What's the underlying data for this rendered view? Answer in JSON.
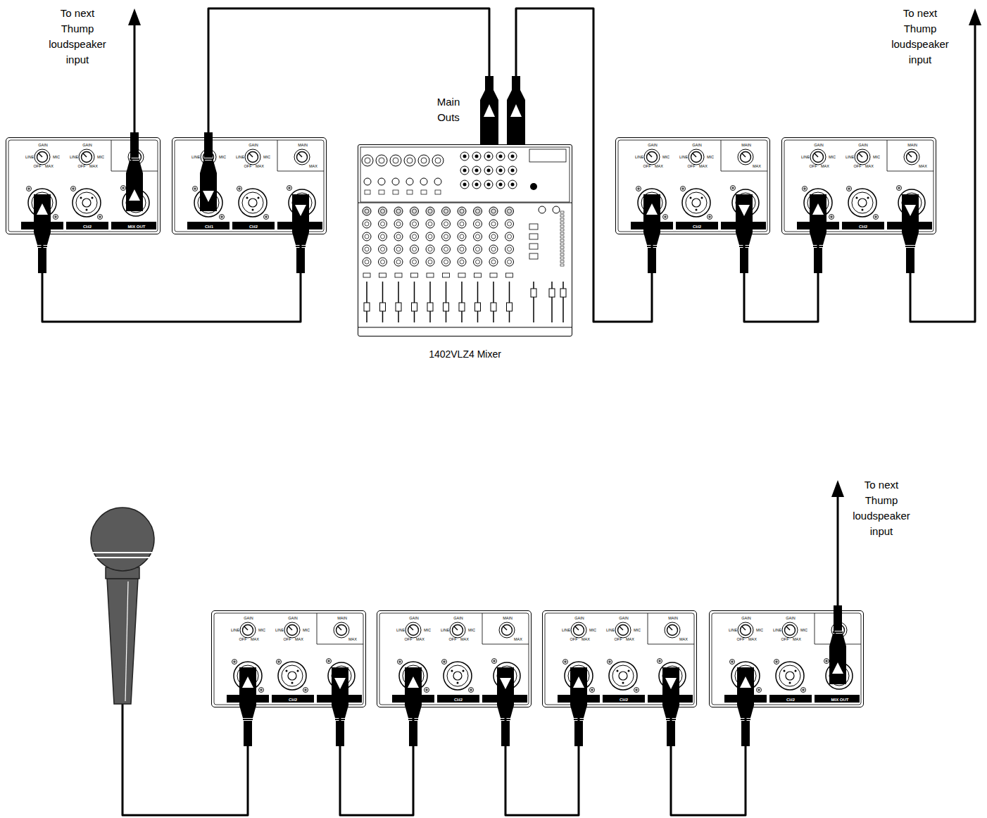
{
  "diagram": {
    "nodes": [
      {
        "text": [
          "GAIN",
          "LINE",
          "MIC",
          "OFF",
          "MAX",
          "GAIN",
          "LINE",
          "MIC",
          "OFF",
          "MAX",
          "CH2",
          "MIX OUT"
        ]
      },
      {
        "text": [
          "LINE",
          "MIC",
          "GAIN",
          "LINE",
          "MIC",
          "OFF",
          "MAX",
          "MAIN",
          "MAX",
          "CH1",
          "CH2"
        ]
      },
      {
        "text": [
          "1402VLZ4 Mixer"
        ]
      },
      {
        "text": [
          "GAIN",
          "LINE",
          "MIC",
          "OFF",
          "MAX",
          "GAIN",
          "LINE",
          "MIC",
          "OFF",
          "MAX",
          "MAIN",
          "MAX",
          "CH2"
        ]
      },
      {
        "text": [
          "GAIN",
          "LINE",
          "MIC",
          "OFF",
          "MAX",
          "GAIN",
          "LINE",
          "MIC",
          "OFF",
          "MAX",
          "MAIN",
          "MAX",
          "CH2"
        ]
      },
      {
        "text": [
          "GAIN",
          "LINE",
          "MIC",
          "OFF",
          "MAX",
          "GAIN",
          "LINE",
          "MIC",
          "OFF",
          "MAX",
          "MAIN",
          "MAX",
          "CH2"
        ]
      },
      {
        "text": [
          "GAIN",
          "LINE",
          "MIC",
          "OFF",
          "MAX",
          "GAIN",
          "LINE",
          "MIC",
          "OFF",
          "MAX",
          "MAIN",
          "MAX",
          "CH2"
        ]
      },
      {
        "text": [
          "GAIN",
          "LINE",
          "MIC",
          "OFF",
          "MAX",
          "GAIN",
          "LINE",
          "MIC",
          "OFF",
          "MAX",
          "MAIN",
          "MAX",
          "CH2"
        ]
      },
      {
        "text": [
          "GAIN",
          "LINE",
          "MIC",
          "OFF",
          "MAX",
          "GAIN",
          "LINE",
          "MIC",
          "OFF",
          "MAX",
          "CH2",
          "MIX OUT"
        ]
      }
    ],
    "edges": [
      {
        "from": 1,
        "to": 0,
        "arrow": "none"
      },
      {
        "from": 2,
        "to": 1,
        "arrow": "none"
      },
      {
        "from": 2,
        "to": 3,
        "arrow": "none"
      },
      {
        "from": 3,
        "to": 4,
        "arrow": "none"
      },
      {
        "from": 5,
        "to": 6,
        "arrow": "none"
      },
      {
        "from": 6,
        "to": 7,
        "arrow": "none"
      },
      {
        "from": 7,
        "to": 8,
        "arrow": "none"
      }
    ],
    "labels": [
      "To next Thump loudspeaker input",
      "Main Outs",
      "To next Thump loudspeaker input",
      "To next Thump loudspeaker input"
    ]
  }
}
